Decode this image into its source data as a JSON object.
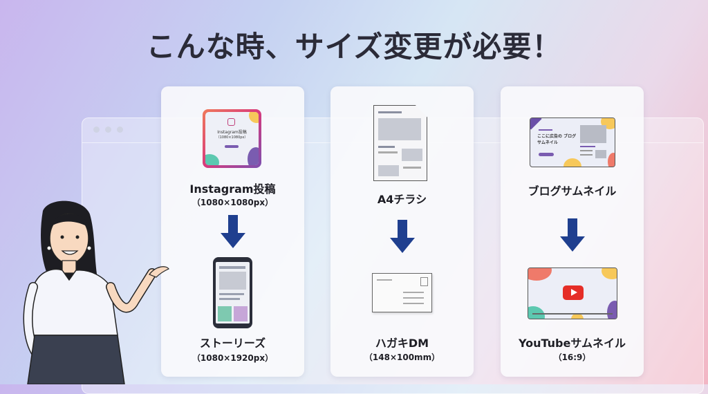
{
  "title": "こんな時、サイズ変更が必要！",
  "cards": [
    {
      "from": {
        "label": "Instagram投稿",
        "size": "（1080×1080px）",
        "thumb_title": "Instagram投稿",
        "thumb_size": "（1080×1080px）"
      },
      "to": {
        "label": "ストーリーズ",
        "size": "（1080×1920px）"
      }
    },
    {
      "from": {
        "label": "A4チラシ"
      },
      "to": {
        "label": "ハガキDM",
        "size": "（148×100mm）"
      }
    },
    {
      "from": {
        "label": "ブログサムネイル",
        "thumb_text": "ここに広告の ブログサムネイル"
      },
      "to": {
        "label": "YouTubeサムネイル",
        "size": "（16:9）"
      }
    }
  ],
  "colors": {
    "arrow": "#1f3f8f",
    "title": "#2b2b38"
  }
}
